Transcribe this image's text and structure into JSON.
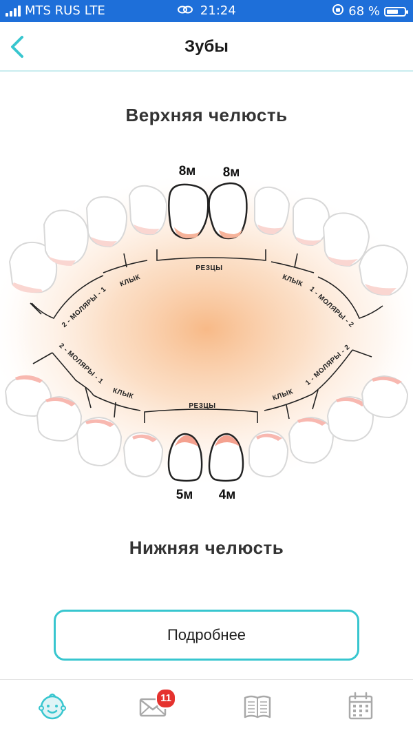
{
  "status_bar": {
    "carrier": "MTS RUS",
    "network": "LTE",
    "time": "21:24",
    "battery_percent": "68 %",
    "battery_level": 0.68
  },
  "header": {
    "title": "Зубы",
    "back_icon": "chevron-left-icon"
  },
  "upper_jaw": {
    "title": "Верхняя челюсть",
    "erupted": [
      {
        "tooth": "upper-central-right",
        "age": "8м"
      },
      {
        "tooth": "upper-central-left",
        "age": "8м"
      }
    ],
    "labels": {
      "molars_right": "2 - МОЛЯРЫ - 1",
      "canine_right": "КЛЫК",
      "incisors": "РЕЗЦЫ",
      "canine_left": "КЛЫК",
      "molars_left": "1 - МОЛЯРЫ - 2"
    }
  },
  "lower_jaw": {
    "title": "Нижняя челюсть",
    "erupted": [
      {
        "tooth": "lower-central-right",
        "age": "5м"
      },
      {
        "tooth": "lower-central-left",
        "age": "4м"
      }
    ],
    "labels": {
      "molars_right": "2 - МОЛЯРЫ - 1",
      "canine_right": "КЛЫК",
      "incisors": "РЕЗЦЫ",
      "canine_left": "КЛЫК",
      "molars_left": "1 - МОЛЯРЫ - 2"
    }
  },
  "more_button": {
    "label": "Подробнее"
  },
  "tab_bar": {
    "tabs": [
      {
        "id": "baby",
        "icon": "baby-face-icon",
        "active": true
      },
      {
        "id": "messages",
        "icon": "envelope-icon",
        "badge": "11"
      },
      {
        "id": "journal",
        "icon": "book-icon"
      },
      {
        "id": "calendar",
        "icon": "calendar-icon"
      }
    ]
  },
  "colors": {
    "accent": "#38c6cf",
    "status_bar": "#1e6fd9",
    "gum": "#f7c0a8",
    "badge": "#e5322e",
    "glow": "#f8c28f"
  }
}
